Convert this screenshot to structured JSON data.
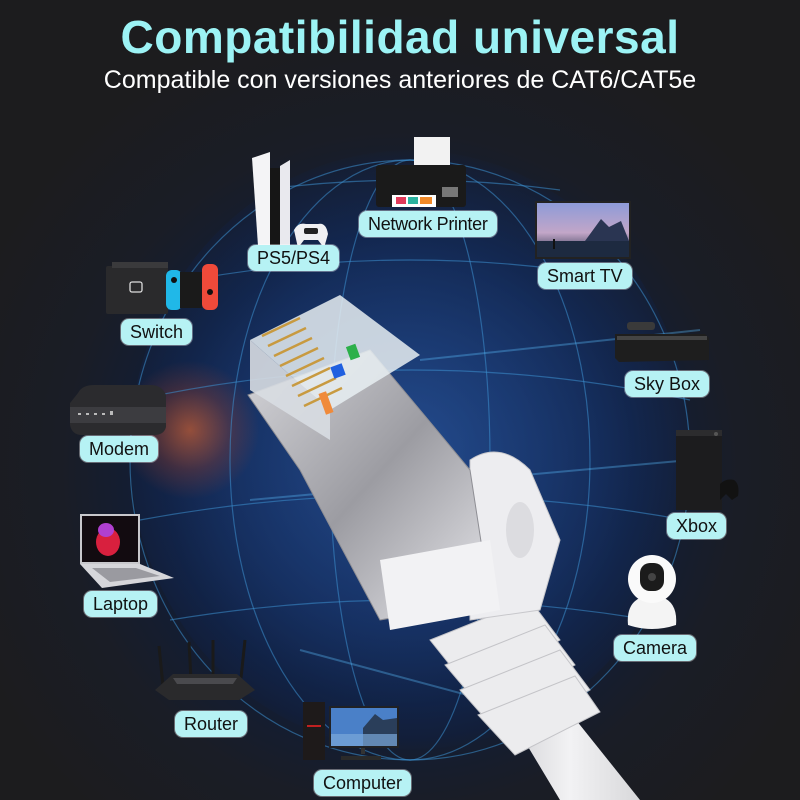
{
  "header": {
    "title": "Compatibilidad universal",
    "subtitle": "Compatible con versiones anteriores de CAT6/CAT5e"
  },
  "colors": {
    "title": "#9cf3f5",
    "subtitle": "#ffffff",
    "label_bg": "#b6f2f4",
    "label_text": "#111111",
    "background": "#1c1c1e",
    "globe": "#1f3b6e"
  },
  "center_product": {
    "name": "RJ45 shielded Ethernet connector with white cable",
    "icon": "ethernet-connector-icon"
  },
  "devices": [
    {
      "label": "PS5/PS4",
      "icon": "game-console-icon"
    },
    {
      "label": "Network Printer",
      "icon": "printer-icon"
    },
    {
      "label": "Smart TV",
      "icon": "tv-icon"
    },
    {
      "label": "Switch",
      "icon": "handheld-console-icon"
    },
    {
      "label": "Sky Box",
      "icon": "set-top-box-icon"
    },
    {
      "label": "Modem",
      "icon": "modem-icon"
    },
    {
      "label": "Xbox",
      "icon": "xbox-console-icon"
    },
    {
      "label": "Laptop",
      "icon": "laptop-icon"
    },
    {
      "label": "Camera",
      "icon": "security-camera-icon"
    },
    {
      "label": "Router",
      "icon": "router-icon"
    },
    {
      "label": "Computer",
      "icon": "desktop-computer-icon"
    }
  ]
}
